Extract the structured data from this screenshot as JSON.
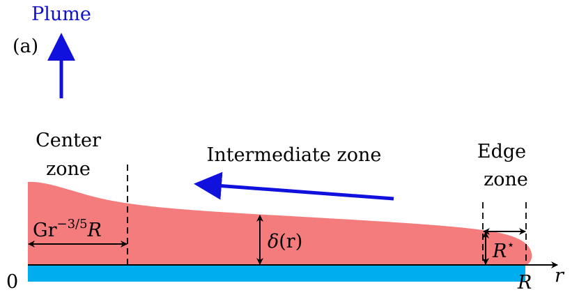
{
  "panel_label": "(a)",
  "plume_label": "Plume",
  "zones": {
    "center": [
      "Center",
      "zone"
    ],
    "intermediate": "Intermediate zone",
    "edge": [
      "Edge",
      "zone"
    ]
  },
  "dimensions": {
    "center_width": {
      "prefix": "Gr",
      "exponent": "−3/5",
      "suffix": "R"
    },
    "thickness": {
      "delta": "δ",
      "args": "(r)"
    },
    "edge_width": {
      "symbol": "R",
      "superscript": "⋆"
    }
  },
  "axis": {
    "origin": "0",
    "plate_end": "R",
    "radial": "r"
  },
  "colors": {
    "layer": "#f47c7c",
    "plate": "#00aeef",
    "arrows": "#1111dd",
    "plume_text": "#1111cc"
  }
}
